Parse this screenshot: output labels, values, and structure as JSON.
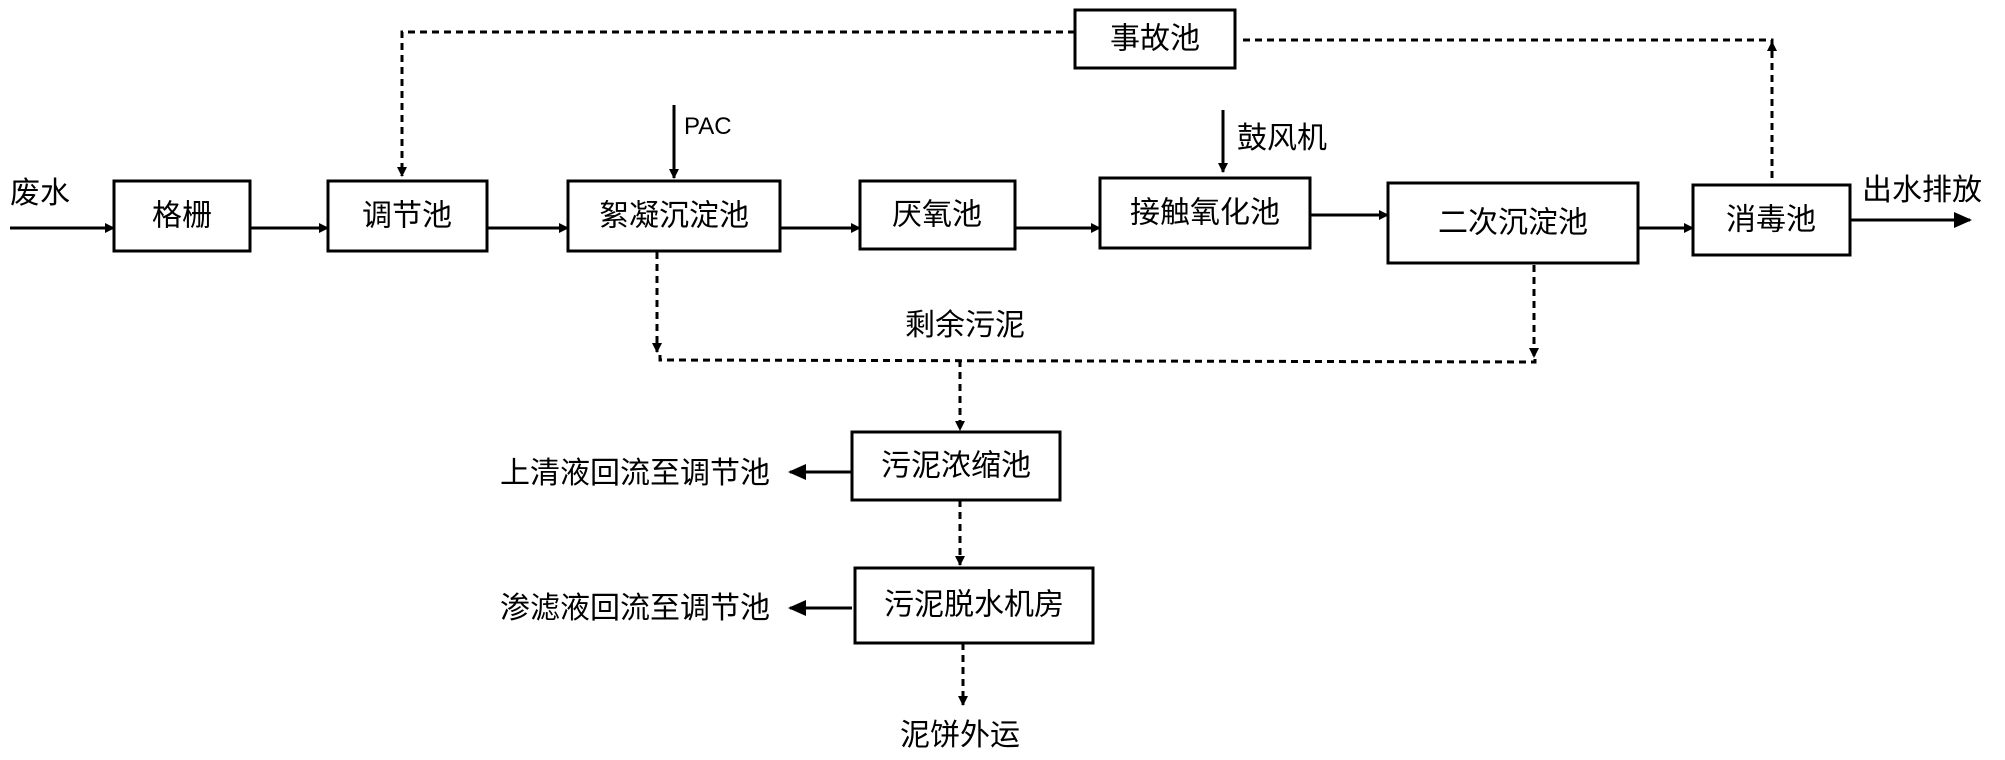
{
  "nodes": {
    "grille": "格栅",
    "equalization": "调节池",
    "coag_settling": "絮凝沉淀池",
    "anaerobic": "厌氧池",
    "contact_oxidation": "接触氧化池",
    "secondary_settling": "二次沉淀池",
    "disinfection": "消毒池",
    "accident": "事故池",
    "thickener": "污泥浓缩池",
    "dewatering": "污泥脱水机房"
  },
  "labels": {
    "wastewater": "废水",
    "effluent": "出水排放",
    "pac": "PAC",
    "blower": "鼓风机",
    "excess_sludge": "剩余污泥",
    "supernatant": "上清液回流至调节池",
    "filtrate": "渗滤液回流至调节池",
    "sludge_cake": "泥饼外运"
  }
}
